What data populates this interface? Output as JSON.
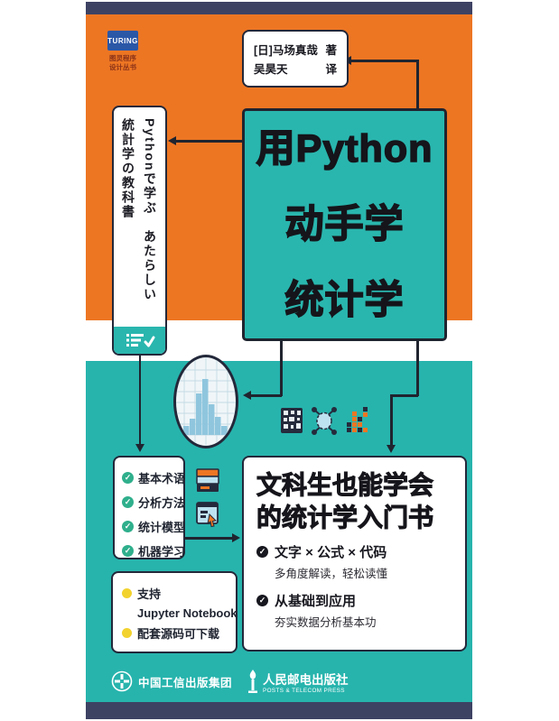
{
  "colors": {
    "orange": "#ED7623",
    "teal": "#27B4AD",
    "title_box_teal": "#29B6AE",
    "navy_bar": "#3D4263",
    "connector": "#20242F",
    "series_logo_blue": "#2B57A7",
    "series_caption_maroon": "#8C3318",
    "feature_bullet_green": "#2FAF8C",
    "support_bullet_yellow": "#F2D22E",
    "histogram_bar_blue": "#8FC6DE"
  },
  "icons": {
    "check": "✓"
  },
  "series": {
    "logo_text": "TURING",
    "caption_line1": "图灵程序",
    "caption_line2": "设计丛书"
  },
  "author_box": {
    "author": "[日]马场真哉",
    "author_role": "著",
    "translator": "吴昊天",
    "translator_role": "译"
  },
  "title": {
    "line1": "用Python",
    "line2": "动手学",
    "line3": "统计学"
  },
  "japanese": {
    "col1": "Pythonで学ぶ　あたらしい",
    "col2": "統計学の教科書"
  },
  "features": {
    "items": [
      "基本术语",
      "分析方法",
      "统计模型",
      "机器学习"
    ]
  },
  "pitch": {
    "heading_line1": "文科生也能学会",
    "heading_line2": "的统计学入门书",
    "bullet1_title": "文字 × 公式 × 代码",
    "bullet1_desc": "多角度解读，轻松读懂",
    "bullet2_title": "从基础到应用",
    "bullet2_desc": "夯实数据分析基本功"
  },
  "support": {
    "item1_line1": "支持",
    "item1_line2": "Jupyter Notebook",
    "item2": "配套源码可下载"
  },
  "publisher": {
    "group": "中国工信出版集团",
    "press_cn": "人民邮电出版社",
    "press_en": "POSTS & TELECOM PRESS"
  }
}
